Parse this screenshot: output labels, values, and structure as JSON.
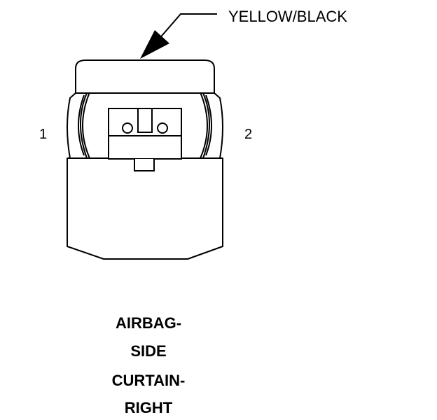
{
  "diagram": {
    "wire_color_label": "YELLOW/BLACK",
    "pin_labels": [
      "1",
      "2"
    ],
    "title_lines": [
      "AIRBAG-",
      "SIDE",
      "CURTAIN-",
      "RIGHT"
    ]
  },
  "colors": {
    "stroke": "#000000",
    "background": "#ffffff"
  }
}
